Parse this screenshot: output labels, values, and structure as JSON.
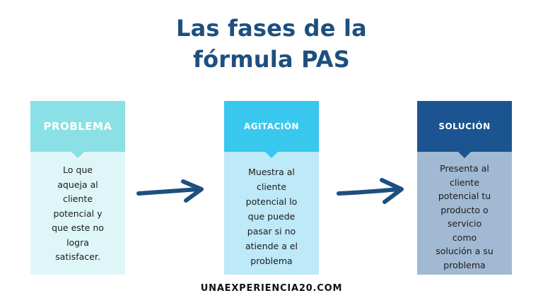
{
  "title": {
    "line1": "Las fases de la",
    "line2": "fórmula PAS"
  },
  "cards": [
    {
      "header": "PROBLEMA",
      "lines": [
        "Lo  que",
        "aqueja al",
        "cliente",
        "potencial y",
        "que este no",
        "logra",
        "satisfacer."
      ]
    },
    {
      "header": "AGITACIÓN",
      "lines": [
        "Muestra al",
        "cliente",
        "potencial lo",
        "que puede",
        "pasar si no",
        "atiende a el",
        "problema"
      ]
    },
    {
      "header": "SOLUCIÓN",
      "lines": [
        "Presenta al",
        "cliente",
        "potencial tu",
        "producto o",
        "servicio",
        "como",
        "solución a su",
        "problema"
      ]
    }
  ],
  "footer": "UNAEXPERIENCIA20.COM",
  "colors": {
    "title": "#1d4f7f",
    "problema_header": "#8ae0e4",
    "problema_body": "#dff6f8",
    "agitacion_header": "#38c8ee",
    "agitacion_body": "#bde9f8",
    "solucion_header": "#1b5490",
    "solucion_body": "#a2b9d3",
    "arrow": "#1d4f7f"
  },
  "icons": [
    "arrow-right-icon",
    "arrow-right-icon"
  ]
}
